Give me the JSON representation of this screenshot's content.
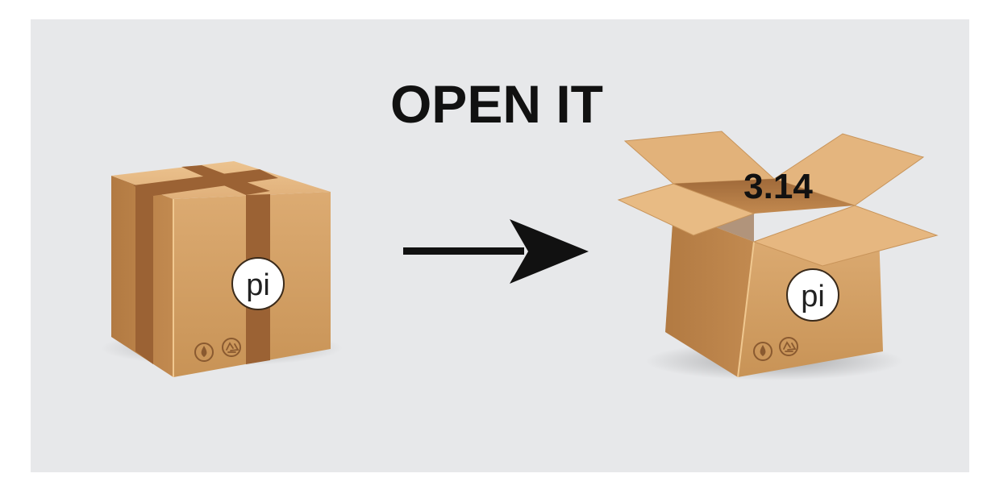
{
  "heading": "OPEN IT",
  "closed_box": {
    "label": "pi",
    "icons": [
      "water-drop-icon",
      "recycle-icon"
    ]
  },
  "arrow": {
    "icon": "right-arrow-icon"
  },
  "open_box": {
    "value": "3.14",
    "label": "pi",
    "icons": [
      "water-drop-icon",
      "recycle-icon"
    ]
  },
  "colors": {
    "background": "#e7e8ea",
    "cardboard_light": "#e2b27a",
    "cardboard_mid": "#cf9a5e",
    "cardboard_dark": "#b27a42",
    "tape": "#9b6234",
    "text": "#111111"
  }
}
